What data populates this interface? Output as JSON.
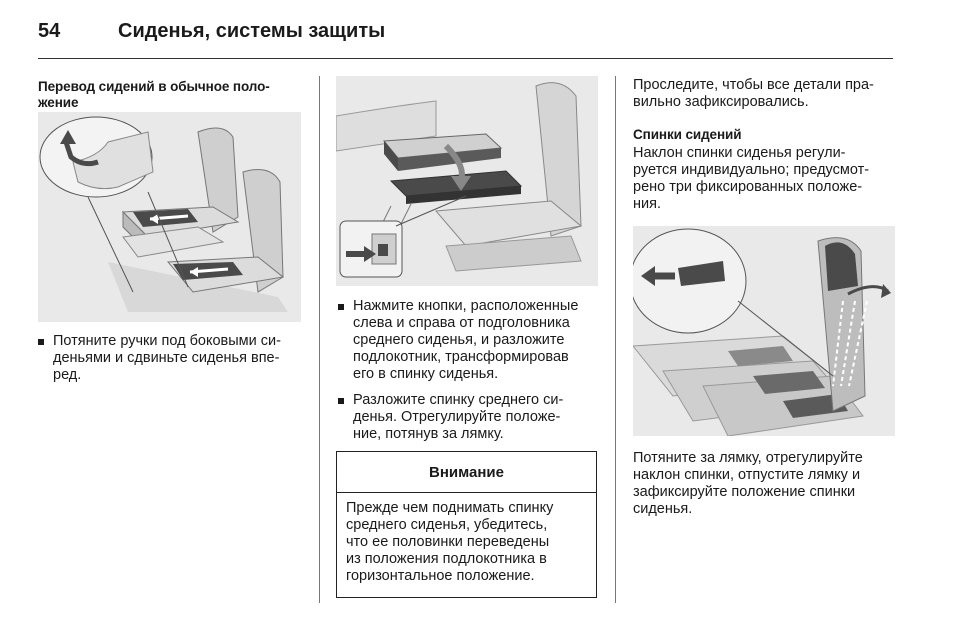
{
  "header": {
    "page_number": "54",
    "title": "Сиденья, системы защиты"
  },
  "col1": {
    "heading_lines": [
      "Перевод сидений в обычное поло-",
      "жение"
    ],
    "bullet_lines": [
      "Потяните ручки под боковыми си-",
      "деньями и сдвиньте сиденья впе-",
      "ред."
    ]
  },
  "col2": {
    "bullets": [
      {
        "lines": [
          "Нажмите кнопки, расположенные",
          "слева и справа от подголовника",
          "среднего сиденья, и разложите",
          "подлокотник, трансформировав",
          "его в спинку сиденья."
        ]
      },
      {
        "lines": [
          "Разложите спинку среднего си-",
          "денья. Отрегулируйте положе-",
          "ние, потянув за лямку."
        ]
      }
    ],
    "warning": {
      "title": "Внимание",
      "lines": [
        "Прежде чем поднимать спинку",
        "среднего сиденья, убедитесь,",
        "что ее половинки переведены",
        "из положения подлокотника в",
        "горизонтальное положение."
      ]
    }
  },
  "col3": {
    "intro_lines": [
      "Проследите, чтобы все детали пра-",
      "вильно зафиксировались."
    ],
    "heading": "Спинки сидений",
    "para_lines": [
      "Наклон спинки сиденья регули-",
      "руется индивидуально; предусмот-",
      "рено три фиксированных положе-",
      "ния."
    ],
    "caption_lines": [
      "Потяните за лямку, отрегулируйте",
      "наклон спинки, отпустите лямку и",
      "зафиксируйте положение спинки",
      "сиденья."
    ]
  },
  "colors": {
    "text": "#1a1a1a",
    "figure_background": "#e9e9e9",
    "seat_fill": "#cfcfcf",
    "seat_dark": "#4a4a4a"
  }
}
